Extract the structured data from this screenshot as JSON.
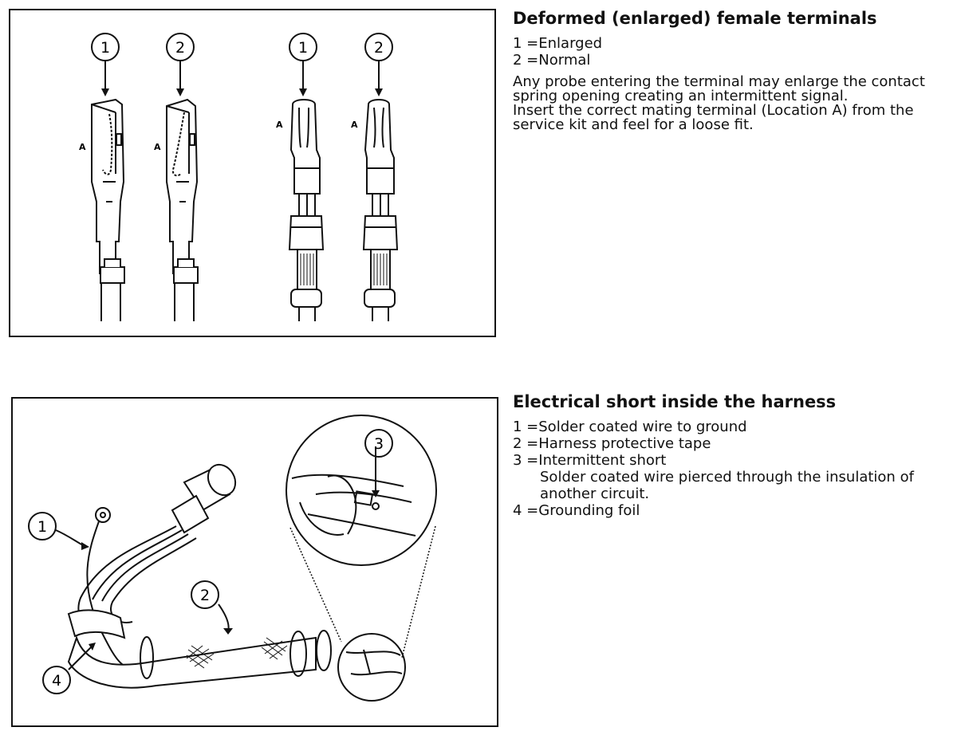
{
  "section1": {
    "heading": "Deformed (enlarged) female terminals",
    "legend": [
      "1 =Enlarged",
      "2 =Normal"
    ],
    "description": [
      "Any probe entering the terminal may enlarge the contact",
      "spring opening creating an intermittent signal.",
      "Insert the correct mating terminal (Location A) from the",
      "service kit and feel for a loose fit."
    ],
    "figure": {
      "callouts": [
        "1",
        "2",
        "1",
        "2"
      ],
      "location_label": "A"
    }
  },
  "section2": {
    "heading": "Electrical short inside the harness",
    "legend": [
      "1 =Solder coated wire to ground",
      "2 =Harness protective tape",
      "3 =Intermittent short"
    ],
    "legend_sub": [
      "Solder coated wire pierced through the insulation of",
      "another circuit."
    ],
    "legend_last": "4 =Grounding foil",
    "figure": {
      "callouts": [
        "1",
        "2",
        "3",
        "4"
      ]
    }
  }
}
